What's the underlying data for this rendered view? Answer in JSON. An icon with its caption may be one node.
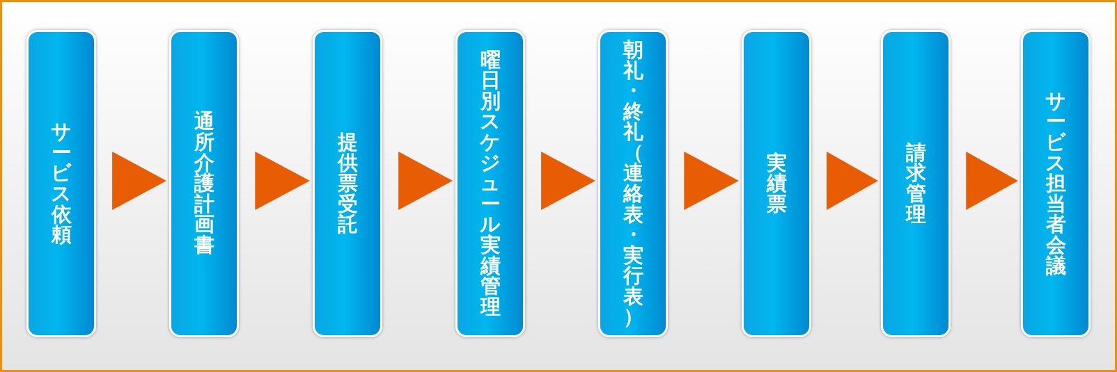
{
  "diagram": {
    "nodes": [
      {
        "text": [
          "サービス依頼"
        ]
      },
      {
        "text": [
          "通所介護計画書"
        ]
      },
      {
        "text": [
          "提供票受託"
        ]
      },
      {
        "text": [
          "曜日別スケジュール実績管理"
        ]
      },
      {
        "text": [
          "朝礼・終礼（連絡表・実行表）"
        ]
      },
      {
        "text": [
          "実績票"
        ]
      },
      {
        "text": [
          "請求管理"
        ]
      },
      {
        "text": [
          "サービス担当者会議"
        ]
      }
    ],
    "edges": [
      {
        "from": 0,
        "to": 1,
        "arrow": "to"
      },
      {
        "from": 1,
        "to": 2,
        "arrow": "to"
      },
      {
        "from": 2,
        "to": 3,
        "arrow": "to"
      },
      {
        "from": 3,
        "to": 4,
        "arrow": "to"
      },
      {
        "from": 4,
        "to": 5,
        "arrow": "to"
      },
      {
        "from": 5,
        "to": 6,
        "arrow": "to"
      },
      {
        "from": 6,
        "to": 7,
        "arrow": "to"
      }
    ]
  }
}
